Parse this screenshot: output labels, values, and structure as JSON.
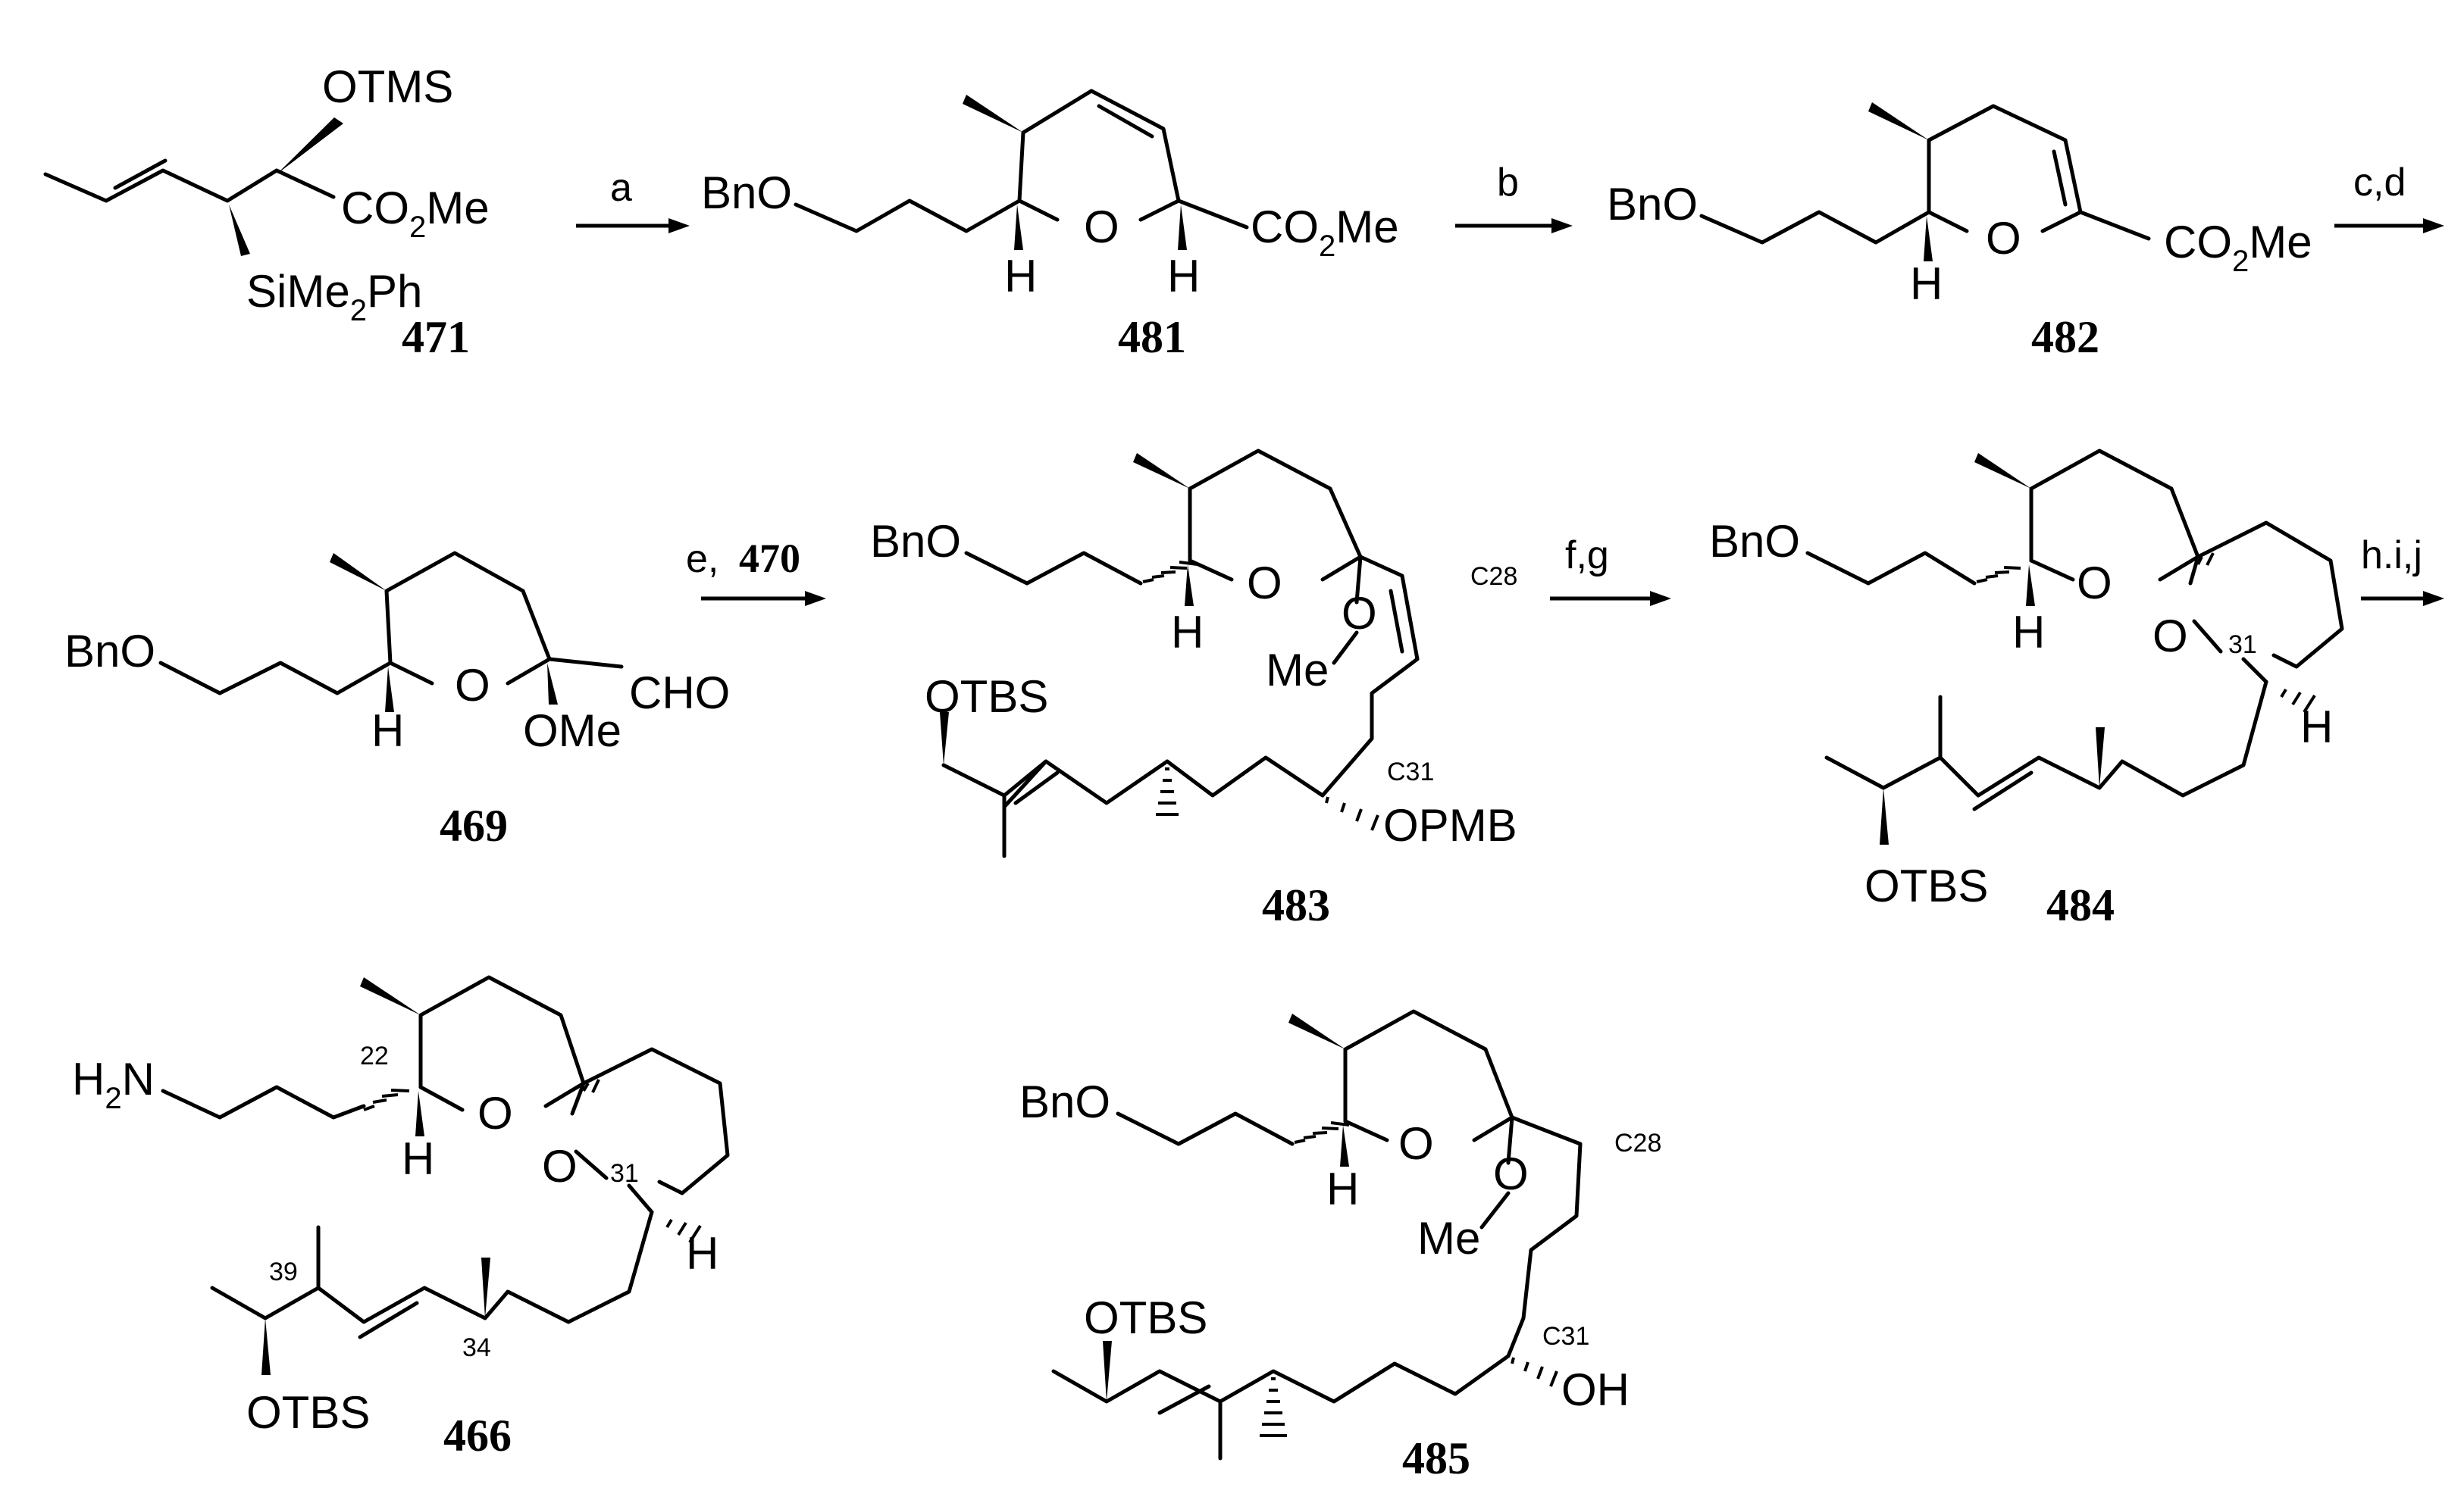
{
  "scheme": {
    "compounds": {
      "c471": {
        "id": "471",
        "otms": "OTMS",
        "co2me": "CO",
        "co2me_sub": "2",
        "co2me_tail": "Me",
        "si": "SiMe",
        "si_sub": "2",
        "si_tail": "Ph"
      },
      "c481": {
        "id": "481",
        "bno": "BnO",
        "o": "O",
        "h1": "H",
        "h2": "H",
        "co2me": "CO",
        "co2me_sub": "2",
        "co2me_tail": "Me"
      },
      "c482": {
        "id": "482",
        "bno": "BnO",
        "o": "O",
        "h": "H",
        "co2me": "CO",
        "co2me_sub": "2",
        "co2me_tail": "Me"
      },
      "c469": {
        "id": "469",
        "bno": "BnO",
        "o": "O",
        "h": "H",
        "cho": "CHO",
        "ome": "OMe"
      },
      "c483": {
        "id": "483",
        "bno": "BnO",
        "o1": "O",
        "o2": "O",
        "h": "H",
        "me": "Me",
        "c28": "C28",
        "otbs": "OTBS",
        "c31": "C31",
        "opmb": "OPMB"
      },
      "c484": {
        "id": "484",
        "bno": "BnO",
        "o1": "O",
        "o2": "O",
        "h1": "H",
        "h2": "H",
        "n31": "31",
        "otbs": "OTBS"
      },
      "c466": {
        "id": "466",
        "h2n": "H",
        "h2n_sub": "2",
        "h2n_tail": "N",
        "n22": "22",
        "o1": "O",
        "o2": "O",
        "h1": "H",
        "h2": "H",
        "n31": "31",
        "n39": "39",
        "n34": "34",
        "otbs": "OTBS"
      },
      "c485": {
        "id": "485",
        "bno": "BnO",
        "o1": "O",
        "o2": "O",
        "h": "H",
        "me": "Me",
        "c28": "C28",
        "otbs": "OTBS",
        "c31": "C31",
        "oh": "OH"
      }
    },
    "reagents": {
      "a": "a",
      "b": "b",
      "cd": "c,d",
      "e": "e,",
      "e_cmpd": "470",
      "fg": "f,g",
      "hij": "h.i,j"
    }
  }
}
